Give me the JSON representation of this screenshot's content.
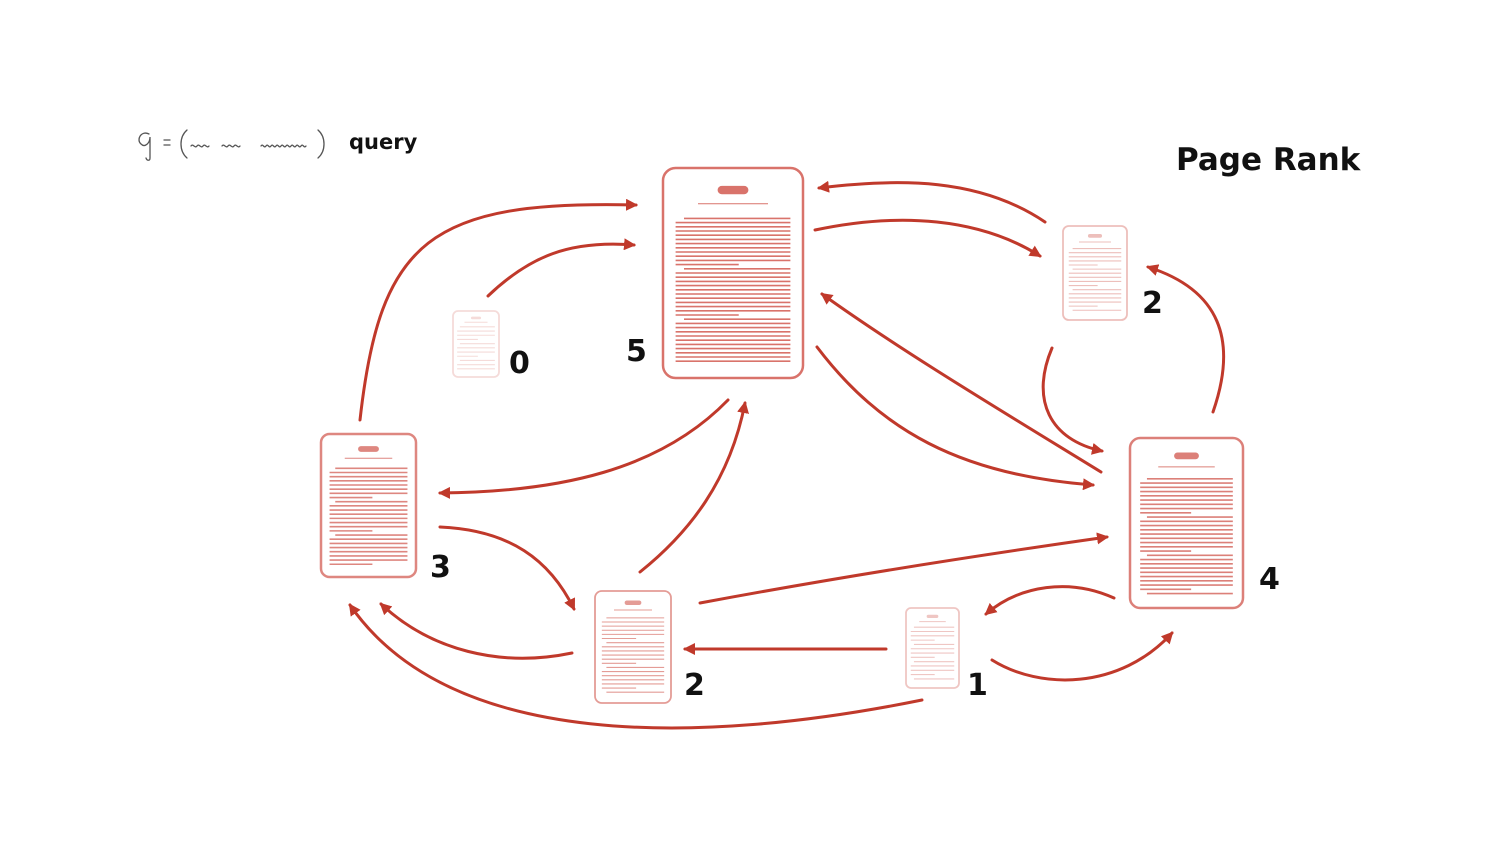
{
  "title": "Page Rank",
  "query": {
    "label": "query",
    "symbol": "q"
  },
  "accent_color": "#c0392b",
  "doc_color": "#d9736b",
  "nodes": [
    {
      "id": "top",
      "rank": "5",
      "opacity": 1.0,
      "size": "large"
    },
    {
      "id": "top-right",
      "rank": "2",
      "opacity": 0.45,
      "size": "medium"
    },
    {
      "id": "left-small",
      "rank": "0",
      "opacity": 0.25,
      "size": "small"
    },
    {
      "id": "left",
      "rank": "3",
      "opacity": 0.85,
      "size": "medium"
    },
    {
      "id": "right",
      "rank": "4",
      "opacity": 0.9,
      "size": "medium"
    },
    {
      "id": "bottom-mid",
      "rank": "2",
      "opacity": 0.7,
      "size": "medium"
    },
    {
      "id": "bottom-right-small",
      "rank": "1",
      "opacity": 0.4,
      "size": "small"
    }
  ],
  "edges": [
    {
      "from": "left",
      "to": "top"
    },
    {
      "from": "left-small",
      "to": "top"
    },
    {
      "from": "top",
      "to": "top-right"
    },
    {
      "from": "top-right",
      "to": "top"
    },
    {
      "from": "top",
      "to": "left"
    },
    {
      "from": "bottom-mid",
      "to": "top"
    },
    {
      "from": "top",
      "to": "right"
    },
    {
      "from": "right",
      "to": "top"
    },
    {
      "from": "top-right",
      "to": "right"
    },
    {
      "from": "right",
      "to": "top-right"
    },
    {
      "from": "left",
      "to": "bottom-mid"
    },
    {
      "from": "bottom-mid",
      "to": "left"
    },
    {
      "from": "bottom-mid",
      "to": "right"
    },
    {
      "from": "bottom-right-small",
      "to": "bottom-mid"
    },
    {
      "from": "right",
      "to": "bottom-right-small"
    },
    {
      "from": "bottom-right-small",
      "to": "right"
    },
    {
      "from": "bottom-right-small",
      "to": "left"
    }
  ]
}
